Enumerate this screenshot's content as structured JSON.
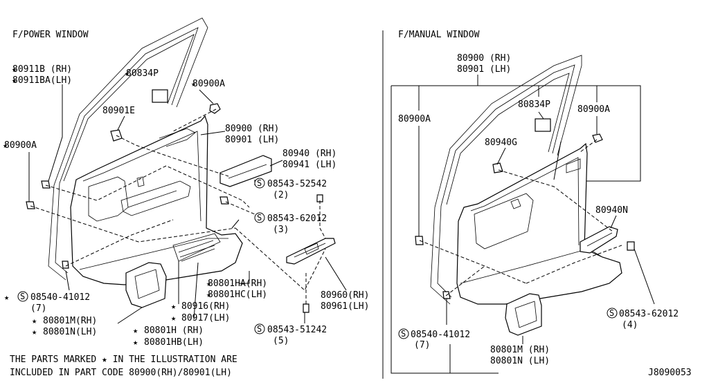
{
  "left_panel": {
    "title": "F/POWER WINDOW",
    "labels": [
      {
        "id": "p80911b",
        "text": "80911B  (RH)",
        "star": true
      },
      {
        "id": "p80911ba",
        "text": "80911BA(LH)",
        "star": true
      },
      {
        "id": "p80834p",
        "text": "80834P",
        "star": true
      },
      {
        "id": "p80900a_top",
        "text": "80900A",
        "star": true
      },
      {
        "id": "p80901e",
        "text": "80901E",
        "star": false
      },
      {
        "id": "p80900rh",
        "text": "80900 (RH)",
        "star": false
      },
      {
        "id": "p80901lh",
        "text": "80901 (LH)",
        "star": false
      },
      {
        "id": "p80900a_left",
        "text": "80900A",
        "star": true
      },
      {
        "id": "p80940rh",
        "text": "80940 (RH)",
        "star": false
      },
      {
        "id": "p80941lh",
        "text": "80941 (LH)",
        "star": false
      },
      {
        "id": "p08543_52542",
        "text": "08543-52542",
        "star": false,
        "circled": true
      },
      {
        "id": "p08543_52542_q",
        "text": "(2)",
        "star": false
      },
      {
        "id": "p08543_62012",
        "text": "08543-62012",
        "star": false,
        "circled": true
      },
      {
        "id": "p08543_62012_q",
        "text": "(3)",
        "star": false
      },
      {
        "id": "p80801ha",
        "text": "80801HA(RH)",
        "star": true
      },
      {
        "id": "p80801hc",
        "text": "80801HC(LH)",
        "star": true
      },
      {
        "id": "p80960",
        "text": "80960(RH)",
        "star": false
      },
      {
        "id": "p80961",
        "text": "80961(LH)",
        "star": false
      },
      {
        "id": "p08540_41012",
        "text": "08540-41012",
        "star": true,
        "circled": true
      },
      {
        "id": "p08540_41012_q",
        "text": "(7)",
        "star": false
      },
      {
        "id": "p80916",
        "text": "80916(RH)",
        "star": true
      },
      {
        "id": "p80917",
        "text": "80917(LH)",
        "star": true
      },
      {
        "id": "p80801m",
        "text": "80801M(RH)",
        "star": true
      },
      {
        "id": "p80801n",
        "text": "80801N(LH)",
        "star": true
      },
      {
        "id": "p80801h",
        "text": "80801H  (RH)",
        "star": true
      },
      {
        "id": "p80801hb",
        "text": "80801HB(LH)",
        "star": true
      },
      {
        "id": "p08543_51242",
        "text": "08543-51242",
        "star": false,
        "circled": true
      },
      {
        "id": "p08543_51242_q",
        "text": "(5)",
        "star": false
      }
    ],
    "note_line1": "THE PARTS MARKED  ★  IN THE ILLUSTRATION ARE",
    "note_line2": "INCLUDED IN PART CODE 80900(RH)/80901(LH)"
  },
  "right_panel": {
    "title": "F/MANUAL WINDOW",
    "labels": [
      {
        "id": "m80900rh",
        "text": "80900 (RH)"
      },
      {
        "id": "m80901lh",
        "text": "80901 (LH)"
      },
      {
        "id": "m80834p",
        "text": "80834P"
      },
      {
        "id": "m80900a_r",
        "text": "80900A"
      },
      {
        "id": "m80900a_l",
        "text": "80900A"
      },
      {
        "id": "m80940g",
        "text": "80940G"
      },
      {
        "id": "m80940n",
        "text": "80940N"
      },
      {
        "id": "m08543_62012",
        "text": "08543-62012",
        "circled": true
      },
      {
        "id": "m08543_62012_q",
        "text": "(4)"
      },
      {
        "id": "m08540_41012",
        "text": "08540-41012",
        "circled": true
      },
      {
        "id": "m08540_41012_q",
        "text": "(7)"
      },
      {
        "id": "m80801m",
        "text": "80801M (RH)"
      },
      {
        "id": "m80801n",
        "text": "80801N (LH)"
      }
    ]
  },
  "diagram_code": "J8090053",
  "symbols": {
    "star": "★",
    "circled_s": "S"
  }
}
